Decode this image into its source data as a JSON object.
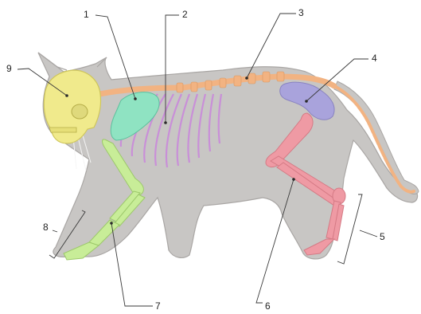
{
  "labels": [
    "1",
    "2",
    "3",
    "4",
    "5",
    "6",
    "7",
    "8",
    "9"
  ],
  "colors": {
    "body": "#c8c6c4",
    "body_outline": "#a9a6a4",
    "skull": "#f0ea8c",
    "scapula": "#8fe3c2",
    "ribs": "#c98fd8",
    "spine": "#f2b382",
    "pelvis": "#a9a3dc",
    "hind_limb": "#ef9aa4",
    "fore_limb": "#c8ed98",
    "leader": "#3a3a3a"
  },
  "icons": {
    "main": "cat-skeleton-diagram"
  }
}
